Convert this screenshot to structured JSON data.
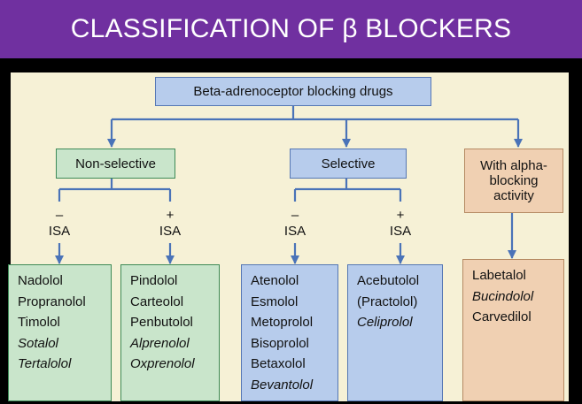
{
  "slide_title": "CLASSIFICATION OF β BLOCKERS",
  "diagram": {
    "root": "Beta-adrenoceptor blocking drugs",
    "groups": {
      "non_selective": "Non-selective",
      "selective": "Selective",
      "alpha": "With alpha-blocking activity"
    },
    "isa_minus_sign": "–",
    "isa_plus_sign": "+",
    "isa_label": "ISA",
    "lists": {
      "ns_minus": [
        "Nadolol",
        "Propranolol",
        "Timolol",
        "Sotalol",
        "Tertalolol"
      ],
      "ns_plus": [
        "Pindolol",
        "Carteolol",
        "Penbutolol",
        "Alprenolol",
        "Oxprenolol"
      ],
      "sel_minus": [
        "Atenolol",
        "Esmolol",
        "Metoprolol",
        "Bisoprolol",
        "Betaxolol",
        "Bevantolol"
      ],
      "sel_plus": [
        "Acebutolol",
        "(Practolol)",
        "Celiprolol"
      ],
      "alpha": [
        "Labetalol",
        "Bucindolol",
        "Carvedilol"
      ]
    },
    "colors": {
      "title_bg": "#7030a0",
      "panel_bg": "#f6f1d6",
      "line": "#4a73b8",
      "non_selective_fill": "#c9e5cb",
      "selective_fill": "#b7ccec",
      "alpha_fill": "#f0d0b2"
    }
  }
}
